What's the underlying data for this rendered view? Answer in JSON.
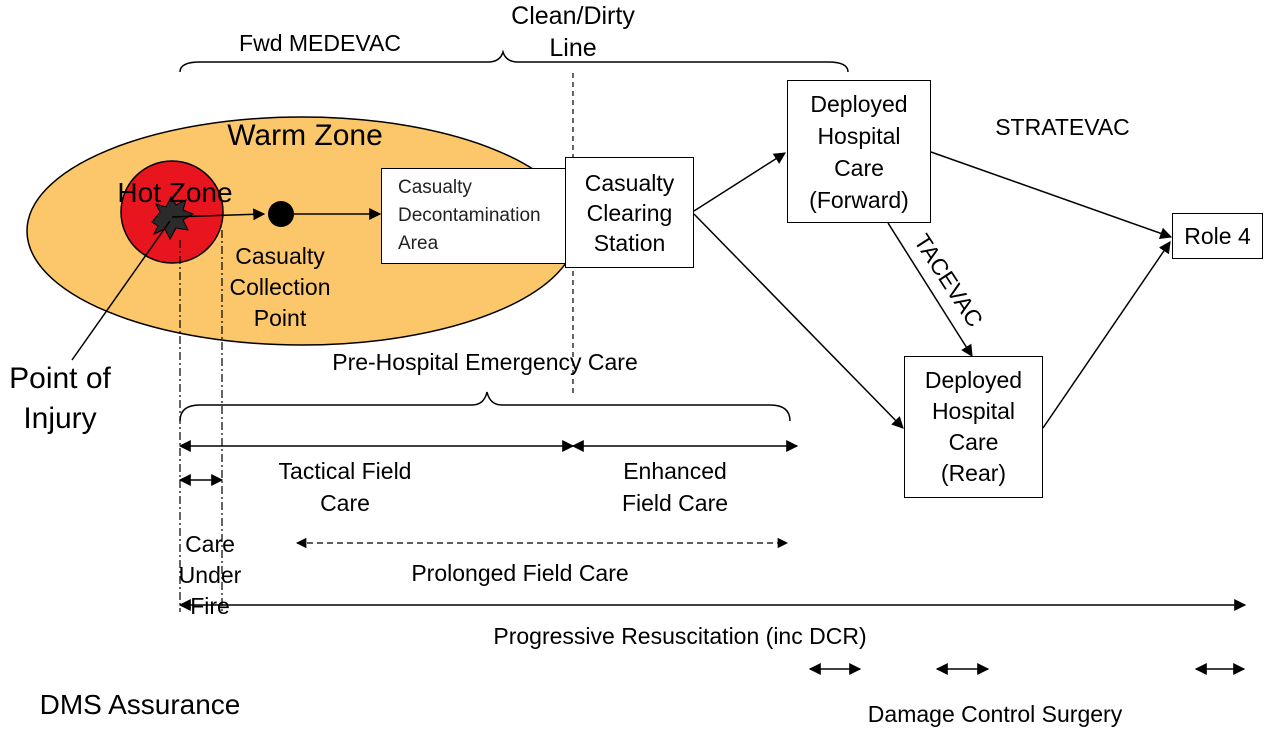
{
  "labels": {
    "fwd_medevac": "Fwd MEDEVAC",
    "clean_dirty_1": "Clean/Dirty",
    "clean_dirty_2": "Line",
    "warm_zone": "Warm Zone",
    "hot_zone": "Hot Zone",
    "ccp_1": "Casualty",
    "ccp_2": "Collection",
    "ccp_3": "Point",
    "poi_1": "Point of",
    "poi_2": "Injury",
    "stratevac": "STRATEVAC",
    "tacevac": "TACEVAC",
    "pre_hospital": "Pre-Hospital Emergency Care",
    "tactical_1": "Tactical Field",
    "tactical_2": "Care",
    "enhanced_1": "Enhanced",
    "enhanced_2": "Field Care",
    "cuf_1": "Care",
    "cuf_2": "Under",
    "cuf_3": "Fire",
    "prolonged": "Prolonged Field Care",
    "progressive": "Progressive Resuscitation (inc DCR)",
    "dms": "DMS Assurance",
    "dcs": "Damage Control Surgery"
  },
  "boxes": {
    "decon_1": "Casualty",
    "decon_2": "Decontamination",
    "decon_3": "Area",
    "ccs_1": "Casualty",
    "ccs_2": "Clearing",
    "ccs_3": "Station",
    "dhf_1": "Deployed",
    "dhf_2": "Hospital",
    "dhf_3": "Care",
    "dhf_4": "(Forward)",
    "dhr_1": "Deployed",
    "dhr_2": "Hospital",
    "dhr_3": "Care",
    "dhr_4": "(Rear)",
    "role4": "Role 4"
  },
  "colors": {
    "warm_zone": "#FBC76A",
    "hot_zone": "#E8141E",
    "injury_blot": "#2B2B2B",
    "line": "#000000"
  }
}
